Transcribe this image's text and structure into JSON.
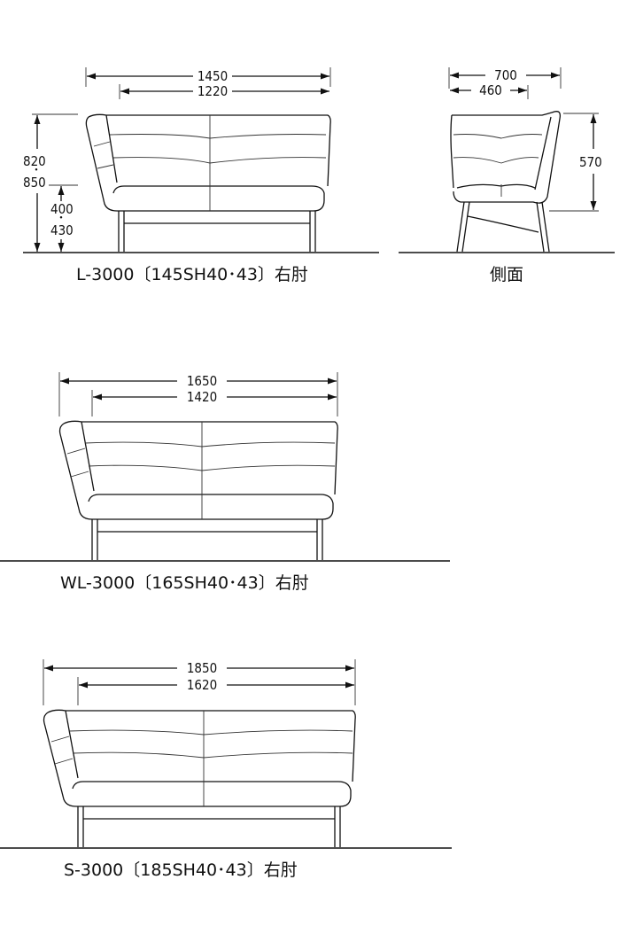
{
  "L3000": {
    "caption": "L-3000〔145SH40･43〕右肘",
    "width_total": "1450",
    "width_seat": "1220",
    "height_back_1": "820",
    "height_back_2": "850",
    "height_seat_1": "400",
    "height_seat_2": "430"
  },
  "side": {
    "caption": "側面",
    "depth_total": "700",
    "depth_seat": "460",
    "height": "570"
  },
  "WL3000": {
    "caption": "WL-3000〔165SH40･43〕右肘",
    "width_total": "1650",
    "width_seat": "1420"
  },
  "S3000": {
    "caption": "S-3000〔185SH40･43〕右肘",
    "width_total": "1850",
    "width_seat": "1620"
  }
}
